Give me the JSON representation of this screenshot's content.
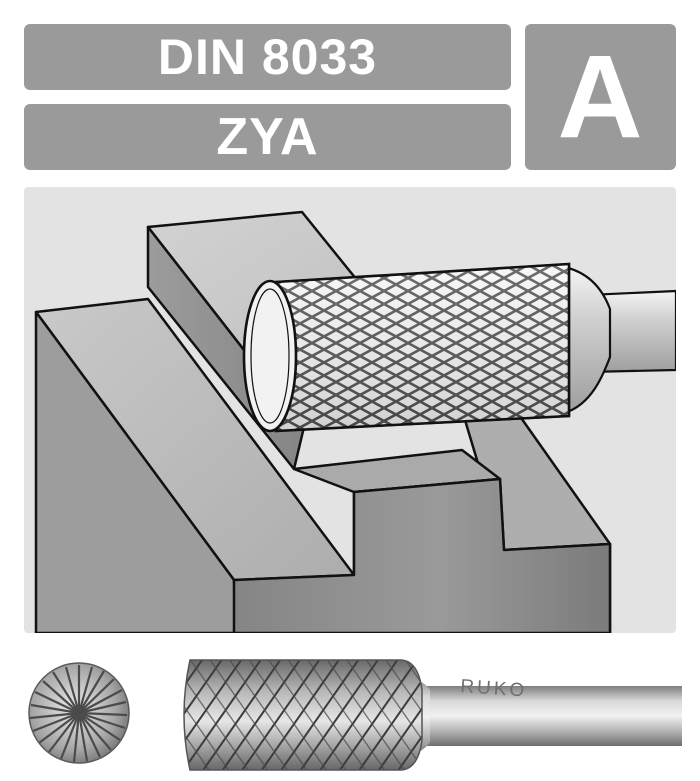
{
  "header": {
    "standard": "DIN 8033",
    "code": "ZYA",
    "shape_letter": "A"
  },
  "photo": {
    "brand": "RUKO"
  },
  "colors": {
    "label_box": "#9a9a9a",
    "label_text": "#ffffff",
    "illustration_bg": "#e3e3e3",
    "outline": "#111111"
  },
  "icons": {
    "illustration": "cylindrical-burr-cutting-step-icon",
    "end_view": "burr-end-view-icon",
    "side_view": "burr-side-view-icon"
  }
}
